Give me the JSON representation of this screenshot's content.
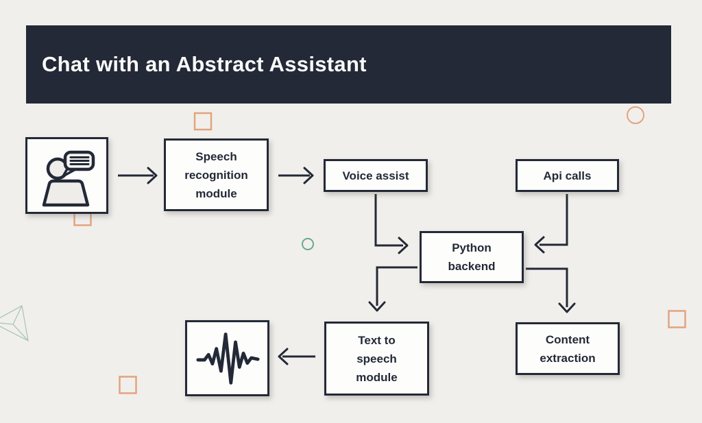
{
  "title": "Chat with an Abstract Assistant",
  "colors": {
    "ink": "#232936",
    "background": "#f1efec",
    "box_fill": "#fdfdfc",
    "banner_bg": "#232936",
    "banner_text": "#fafafa",
    "accent_orange": "#e3a47e",
    "accent_teal": "#68a98b",
    "accent_teal_light": "#a8c8b6"
  },
  "nodes": {
    "user_input": {
      "icon": "person-chat-icon"
    },
    "speech_recognition": {
      "label": "Speech recognition module"
    },
    "voice_assist": {
      "label": "Voice assist"
    },
    "api_calls": {
      "label": "Api calls"
    },
    "python_backend": {
      "label": "Python backend"
    },
    "text_to_speech": {
      "label": "Text to speech module"
    },
    "content_extraction": {
      "label": "Content extraction"
    },
    "audio_output": {
      "icon": "waveform-icon"
    }
  },
  "edges": [
    {
      "from": "user_input",
      "to": "speech_recognition"
    },
    {
      "from": "speech_recognition",
      "to": "voice_assist"
    },
    {
      "from": "voice_assist",
      "to": "python_backend"
    },
    {
      "from": "api_calls",
      "to": "python_backend"
    },
    {
      "from": "python_backend",
      "to": "text_to_speech"
    },
    {
      "from": "python_backend",
      "to": "content_extraction"
    },
    {
      "from": "text_to_speech",
      "to": "audio_output"
    }
  ],
  "decorations": [
    {
      "shape": "square-outline",
      "color": "#e3a47e",
      "position": "above-speech-recognition"
    },
    {
      "shape": "circle-outline",
      "color": "#e3a47e",
      "position": "top-right"
    },
    {
      "shape": "square-outline",
      "color": "#e3a47e",
      "position": "behind-user-box"
    },
    {
      "shape": "circle-outline",
      "color": "#68a98b",
      "position": "center-left"
    },
    {
      "shape": "triangle-wireframe",
      "color": "#a8c8b6",
      "position": "left-edge"
    },
    {
      "shape": "square-outline",
      "color": "#e3a47e",
      "position": "bottom-left"
    },
    {
      "shape": "square-outline",
      "color": "#e3a47e",
      "position": "right-middle"
    }
  ]
}
